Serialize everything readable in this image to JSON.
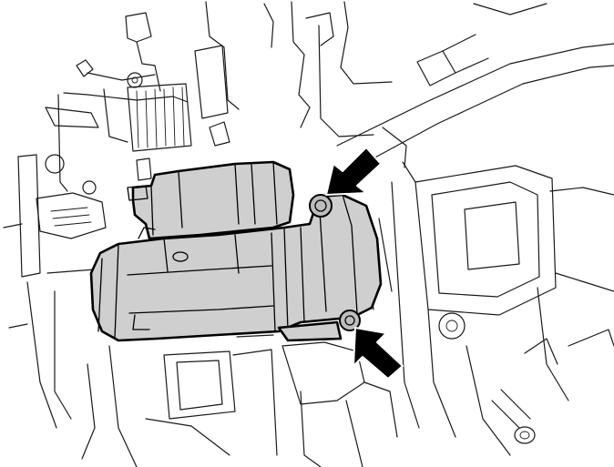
{
  "figure": {
    "component": "starter-motor",
    "callouts": [
      {
        "name": "upper-mounting-bolt",
        "marker": "arrow"
      },
      {
        "name": "lower-mounting-bolt",
        "marker": "arrow"
      }
    ],
    "colors": {
      "line_art": "#1a1a1a",
      "highlight_fill": "#cfcfcf",
      "arrow": "#000000",
      "background": "#ffffff"
    }
  }
}
